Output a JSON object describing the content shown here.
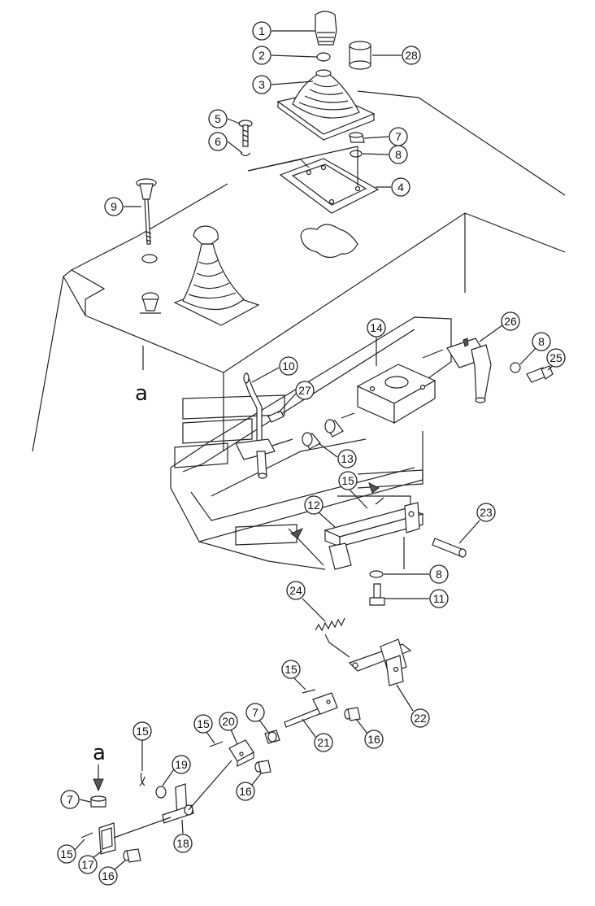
{
  "figure": {
    "view_letter": "a",
    "callouts": {
      "c1": "1",
      "c2": "2",
      "c3": "3",
      "c4": "4",
      "c5": "5",
      "c6": "6",
      "c7a": "7",
      "c8a": "8",
      "c9": "9",
      "c10": "10",
      "c11": "11",
      "c12": "12",
      "c13": "13",
      "c14": "14",
      "c15a": "15",
      "c15b": "15",
      "c15c": "15",
      "c15d": "15",
      "c16a": "16",
      "c16b": "16",
      "c16c": "16",
      "c17": "17",
      "c18": "18",
      "c19": "19",
      "c20": "20",
      "c21": "21",
      "c22": "22",
      "c23": "23",
      "c24": "24",
      "c25": "25",
      "c26": "26",
      "c27": "27",
      "c28": "28",
      "c7b": "7",
      "c7c": "7",
      "c8b": "8",
      "c8c": "8"
    }
  }
}
